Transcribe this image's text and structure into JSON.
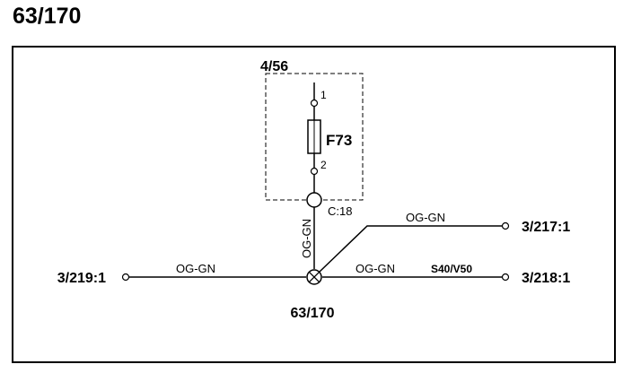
{
  "title": "63/170",
  "component": {
    "ref": "4/56",
    "fuse": "F73",
    "pin_top": "1",
    "pin_bottom": "2"
  },
  "connector_label": "C:18",
  "wires": {
    "vertical": "OG-GN",
    "upper_right": "OG-GN",
    "left": "OG-GN",
    "right": "OG-GN",
    "right_code": "S40/V50"
  },
  "terminals": {
    "left": "3/219:1",
    "upper_right": "3/217:1",
    "right": "3/218:1"
  },
  "splice_label": "63/170",
  "colors": {
    "line": "#000000",
    "background": "#ffffff"
  }
}
